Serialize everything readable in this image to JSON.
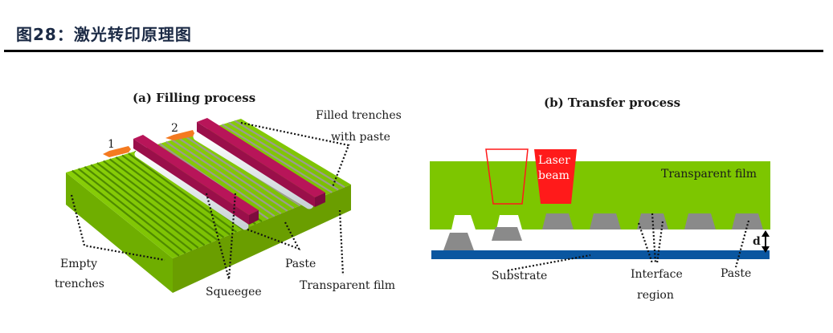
{
  "header": {
    "figure_title": "图28：激光转印原理图"
  },
  "panel_a": {
    "title": "(a) Filling process",
    "arrow_1_label": "1",
    "arrow_2_label": "2",
    "labels": {
      "filled_trenches_line1": "Filled trenches",
      "filled_trenches_line2": "with paste",
      "empty_trenches_line1": "Empty",
      "empty_trenches_line2": "trenches",
      "squeegee": "Squeegee",
      "paste": "Paste",
      "transparent_film": "Transparent film"
    }
  },
  "panel_b": {
    "title": "(b) Transfer process",
    "laser_line1": "Laser",
    "laser_line2": "beam",
    "labels": {
      "transparent_film": "Transparent film",
      "substrate": "Substrate",
      "interface_line1": "Interface",
      "interface_line2": "region",
      "paste": "Paste",
      "gap": "d"
    }
  },
  "colors": {
    "film_green": "#7dc600",
    "squeegee_magenta": "#a5104f",
    "paste_gray": "#8a8a8a",
    "substrate_blue": "#0a56a0",
    "laser_red": "#ff1a1a",
    "arrow_orange": "#f47a20"
  }
}
